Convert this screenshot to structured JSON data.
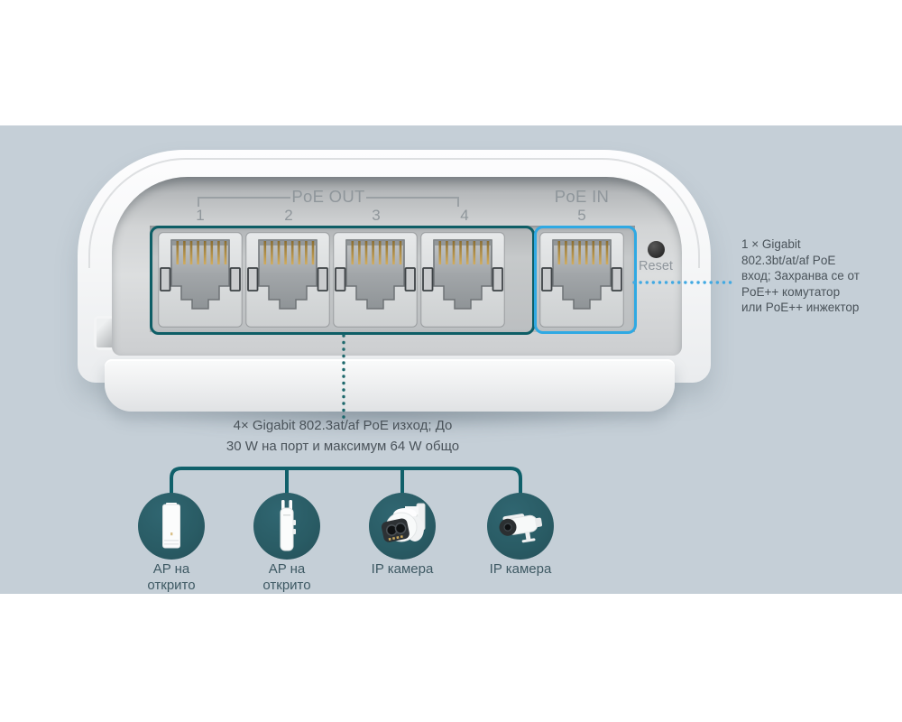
{
  "colors": {
    "band_background": "#c5cfd7",
    "accent_teal": "#0e5e66",
    "accent_blue": "#2fa9e3",
    "circle_fill": "#2b5d66",
    "text_dark": "#4a535a",
    "text_gray": "#8f969b"
  },
  "device": {
    "poe_out_label": "PoE OUT",
    "poe_in_label": "PoE IN",
    "ports": [
      "1",
      "2",
      "3",
      "4",
      "5"
    ],
    "reset_label": "Reset"
  },
  "notes": {
    "poe_in": {
      "lines": [
        "1 × Gigabit",
        "802.3bt/at/af PoE",
        "вход; Захранва се от",
        "PoE++ комутатор",
        "или PoE++ инжектор"
      ]
    },
    "poe_out": {
      "lines": [
        "4× Gigabit 802.3at/af PoE изход; До",
        "30 W на порт и максимум 64 W общо"
      ]
    }
  },
  "powered_devices": [
    {
      "icon": "outdoor-ap-icon",
      "label_line1": "AP на",
      "label_line2": "открито"
    },
    {
      "icon": "outdoor-cpe-icon",
      "label_line1": "AP на",
      "label_line2": "открито"
    },
    {
      "icon": "ptz-camera-icon",
      "label_line1": "IP камера",
      "label_line2": ""
    },
    {
      "icon": "bullet-camera-icon",
      "label_line1": "IP камера",
      "label_line2": ""
    }
  ]
}
